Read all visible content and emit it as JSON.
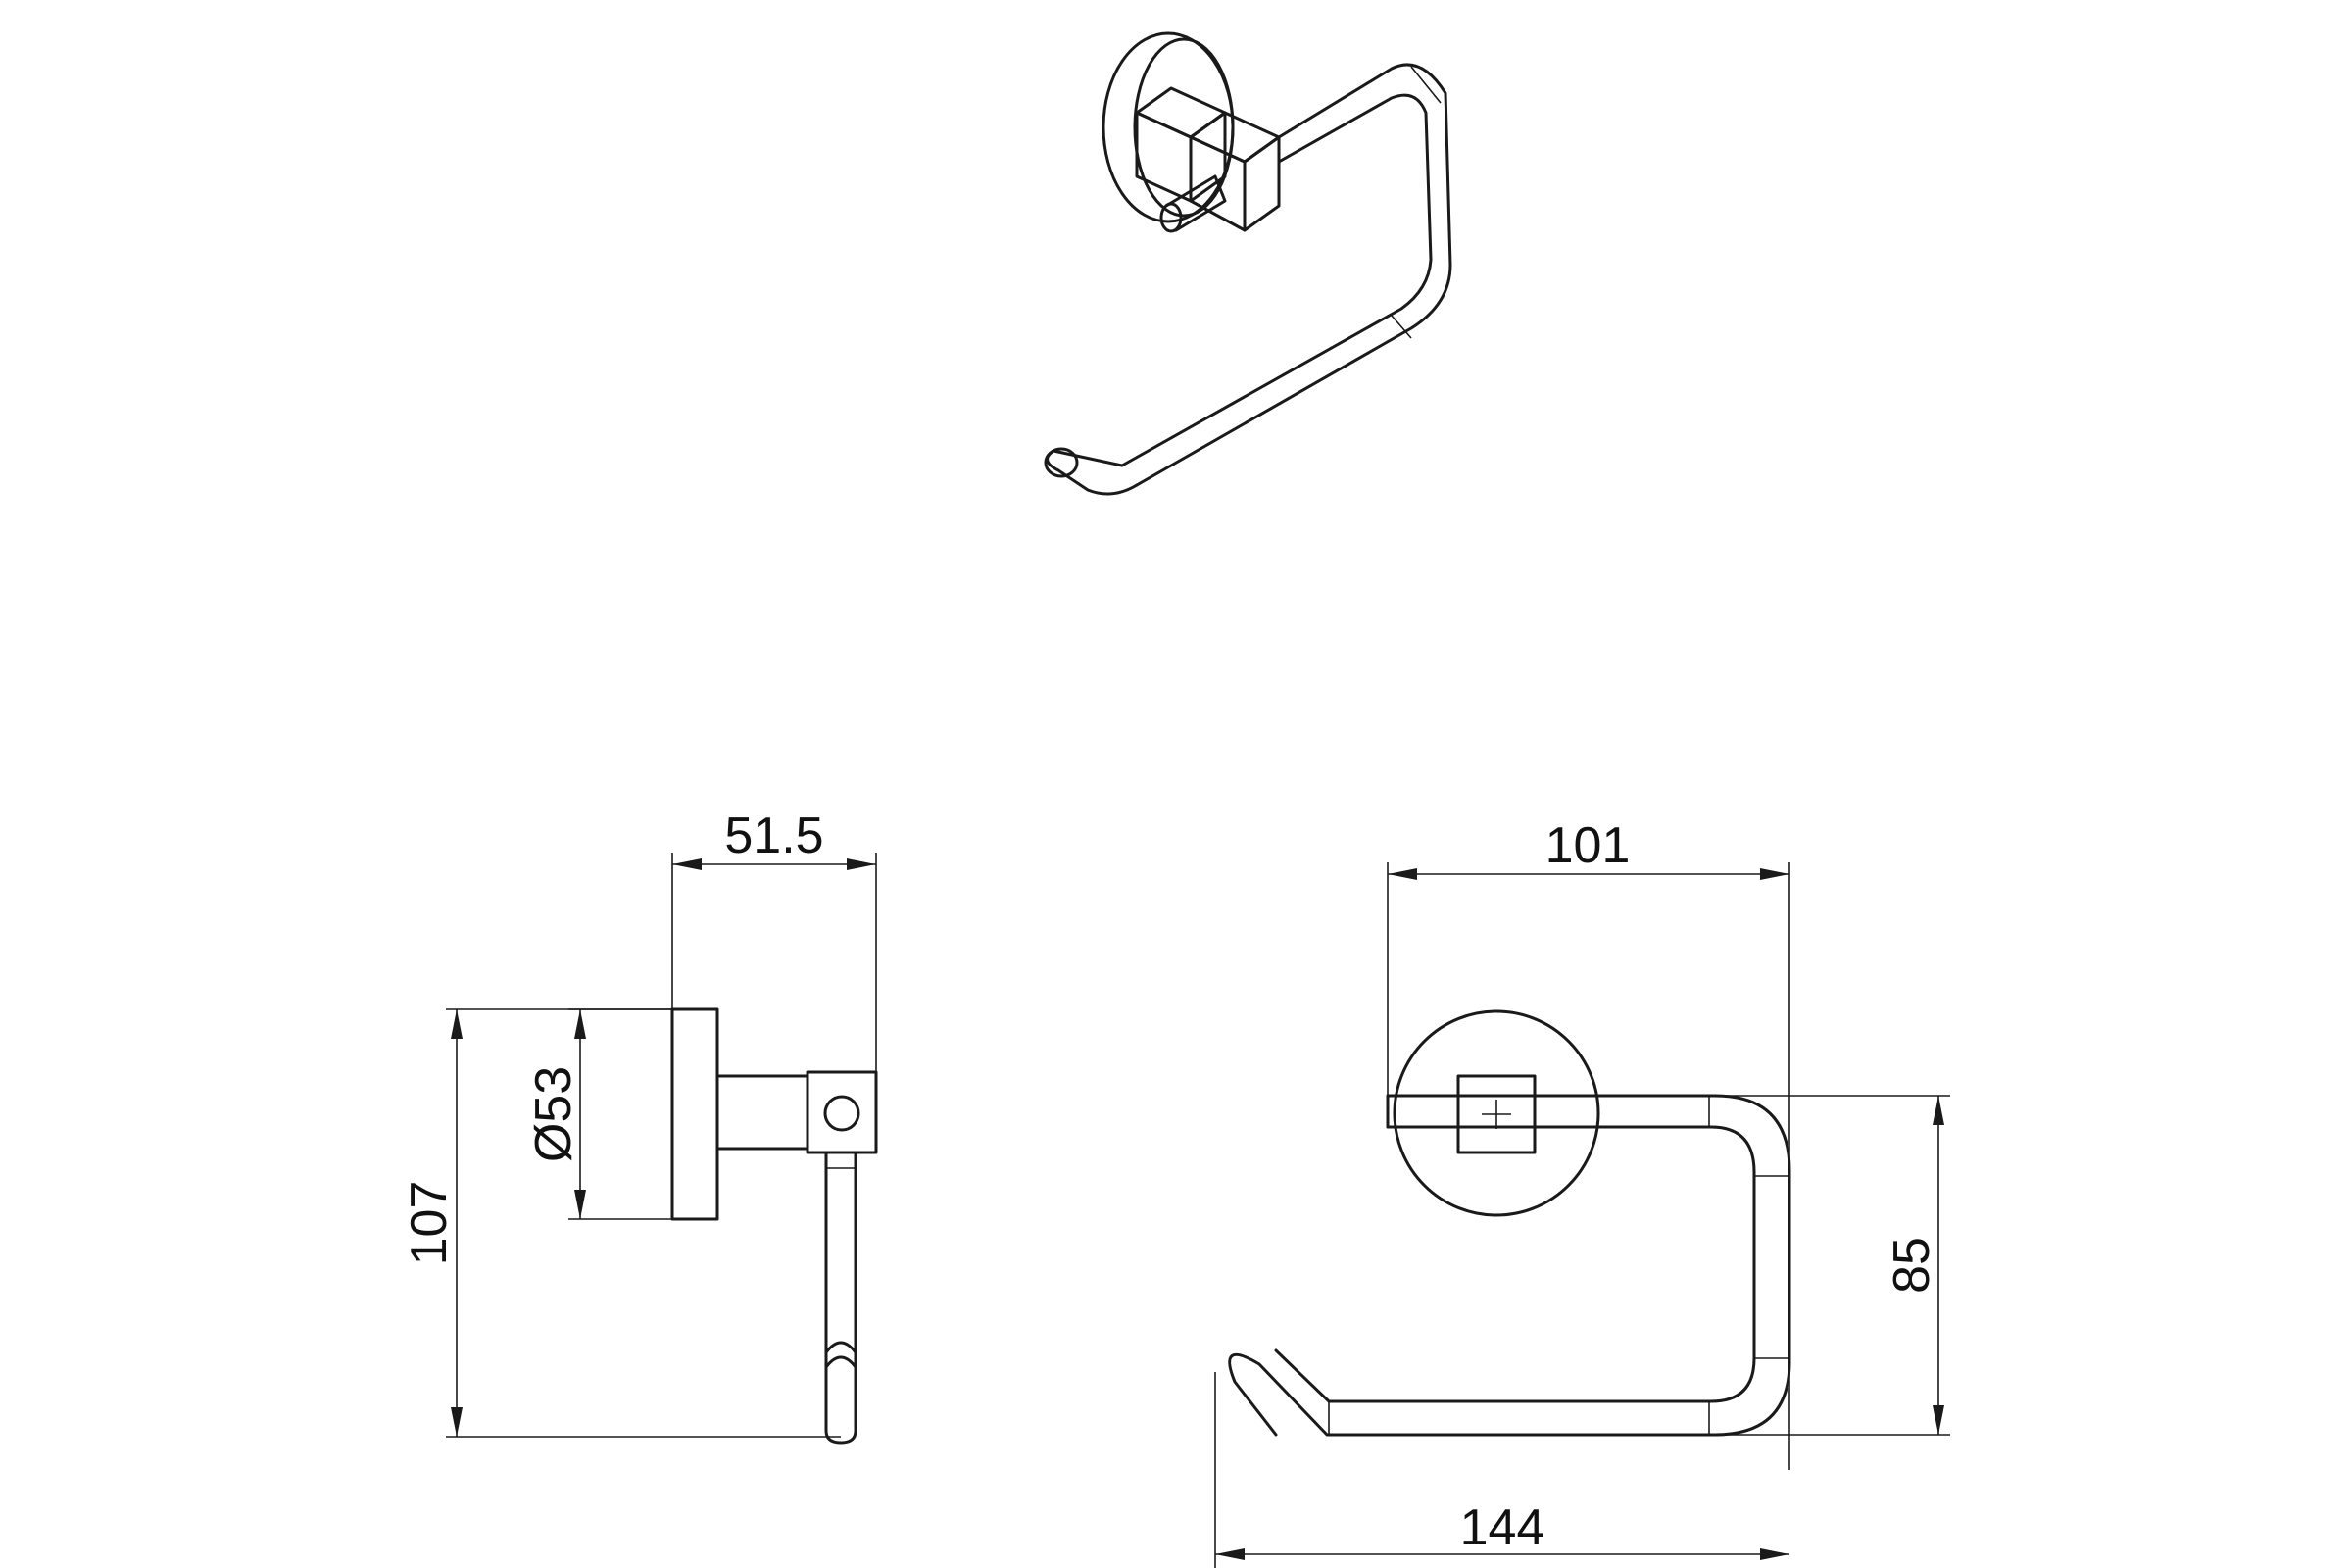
{
  "dimensions": {
    "side_depth": "51.5",
    "side_height": "107",
    "rosette_diameter": "Ø53",
    "front_width_top": "101",
    "front_height": "85",
    "front_width_bottom": "144"
  },
  "colors": {
    "line": "#1a1a1a",
    "background": "#ffffff"
  }
}
